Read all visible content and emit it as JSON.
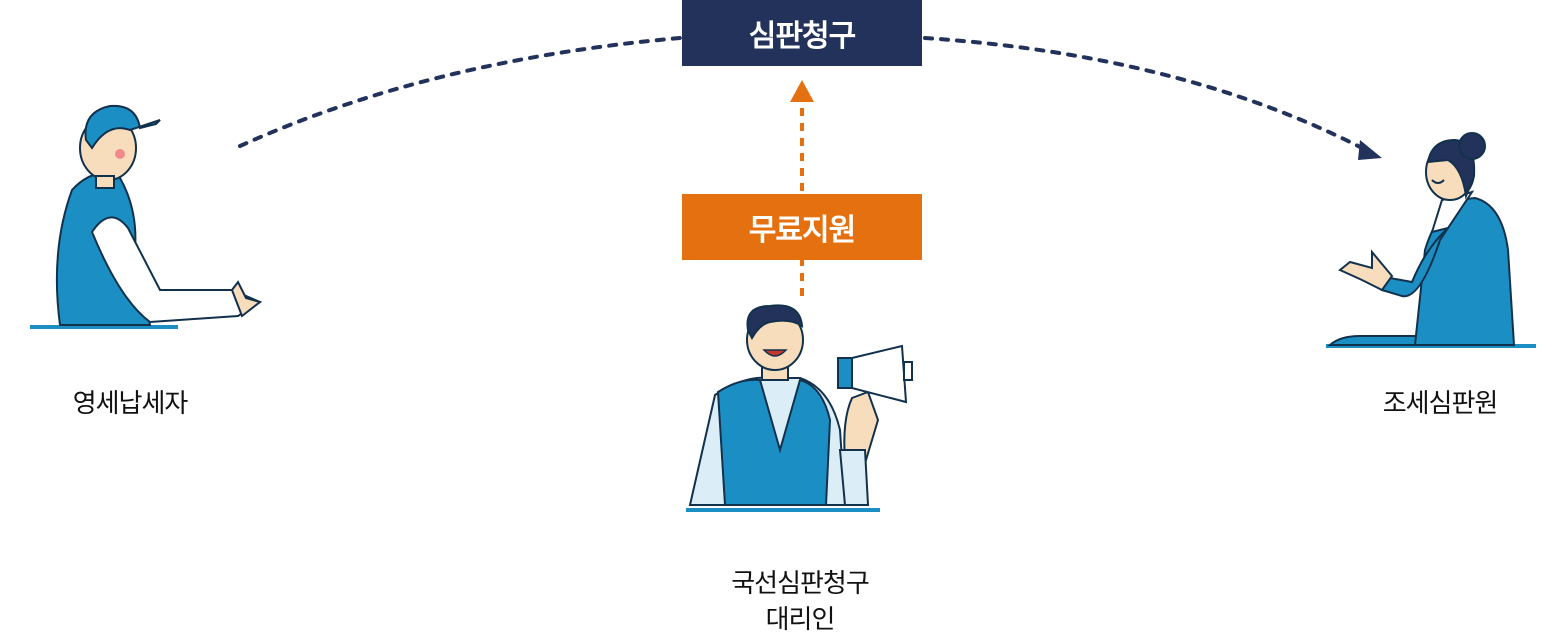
{
  "boxes": {
    "claim": "심판청구",
    "free_support": "무료지원"
  },
  "parties": {
    "taxpayer": "영세납세자",
    "tribunal": "조세심판원",
    "agent_line1": "국선심판청구",
    "agent_line2": "대리인"
  },
  "colors": {
    "navy": "#22325a",
    "orange": "#e5700f",
    "blue": "#1b8fc4",
    "light_blue": "#dbeef8",
    "skin": "#f7ddbc"
  },
  "icons": [
    "taxpayer-figure-icon",
    "agent-megaphone-figure-icon",
    "tribunal-figure-icon"
  ]
}
